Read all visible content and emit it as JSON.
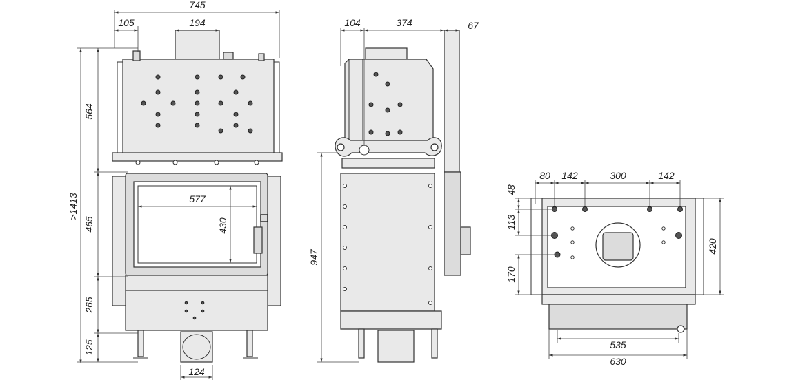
{
  "front_view": {
    "dims": {
      "total_width": "745",
      "left_offset": "105",
      "flue_width": "194",
      "total_height": ">1413",
      "top_section": "564",
      "door_section": "465",
      "base_section": "265",
      "legs": "125",
      "glass_width": "577",
      "glass_height": "430",
      "air_inlet": "124"
    }
  },
  "side_view": {
    "dims": {
      "depth_front": "104",
      "depth_main": "374",
      "depth_rear": "67",
      "height_to_top": "947"
    }
  },
  "top_view": {
    "dims": {
      "x1": "80",
      "x2": "142",
      "x3": "300",
      "x4": "142",
      "y1": "48",
      "y2": "113",
      "y3": "170",
      "depth": "420",
      "inner_width": "535",
      "outer_width": "630"
    }
  }
}
